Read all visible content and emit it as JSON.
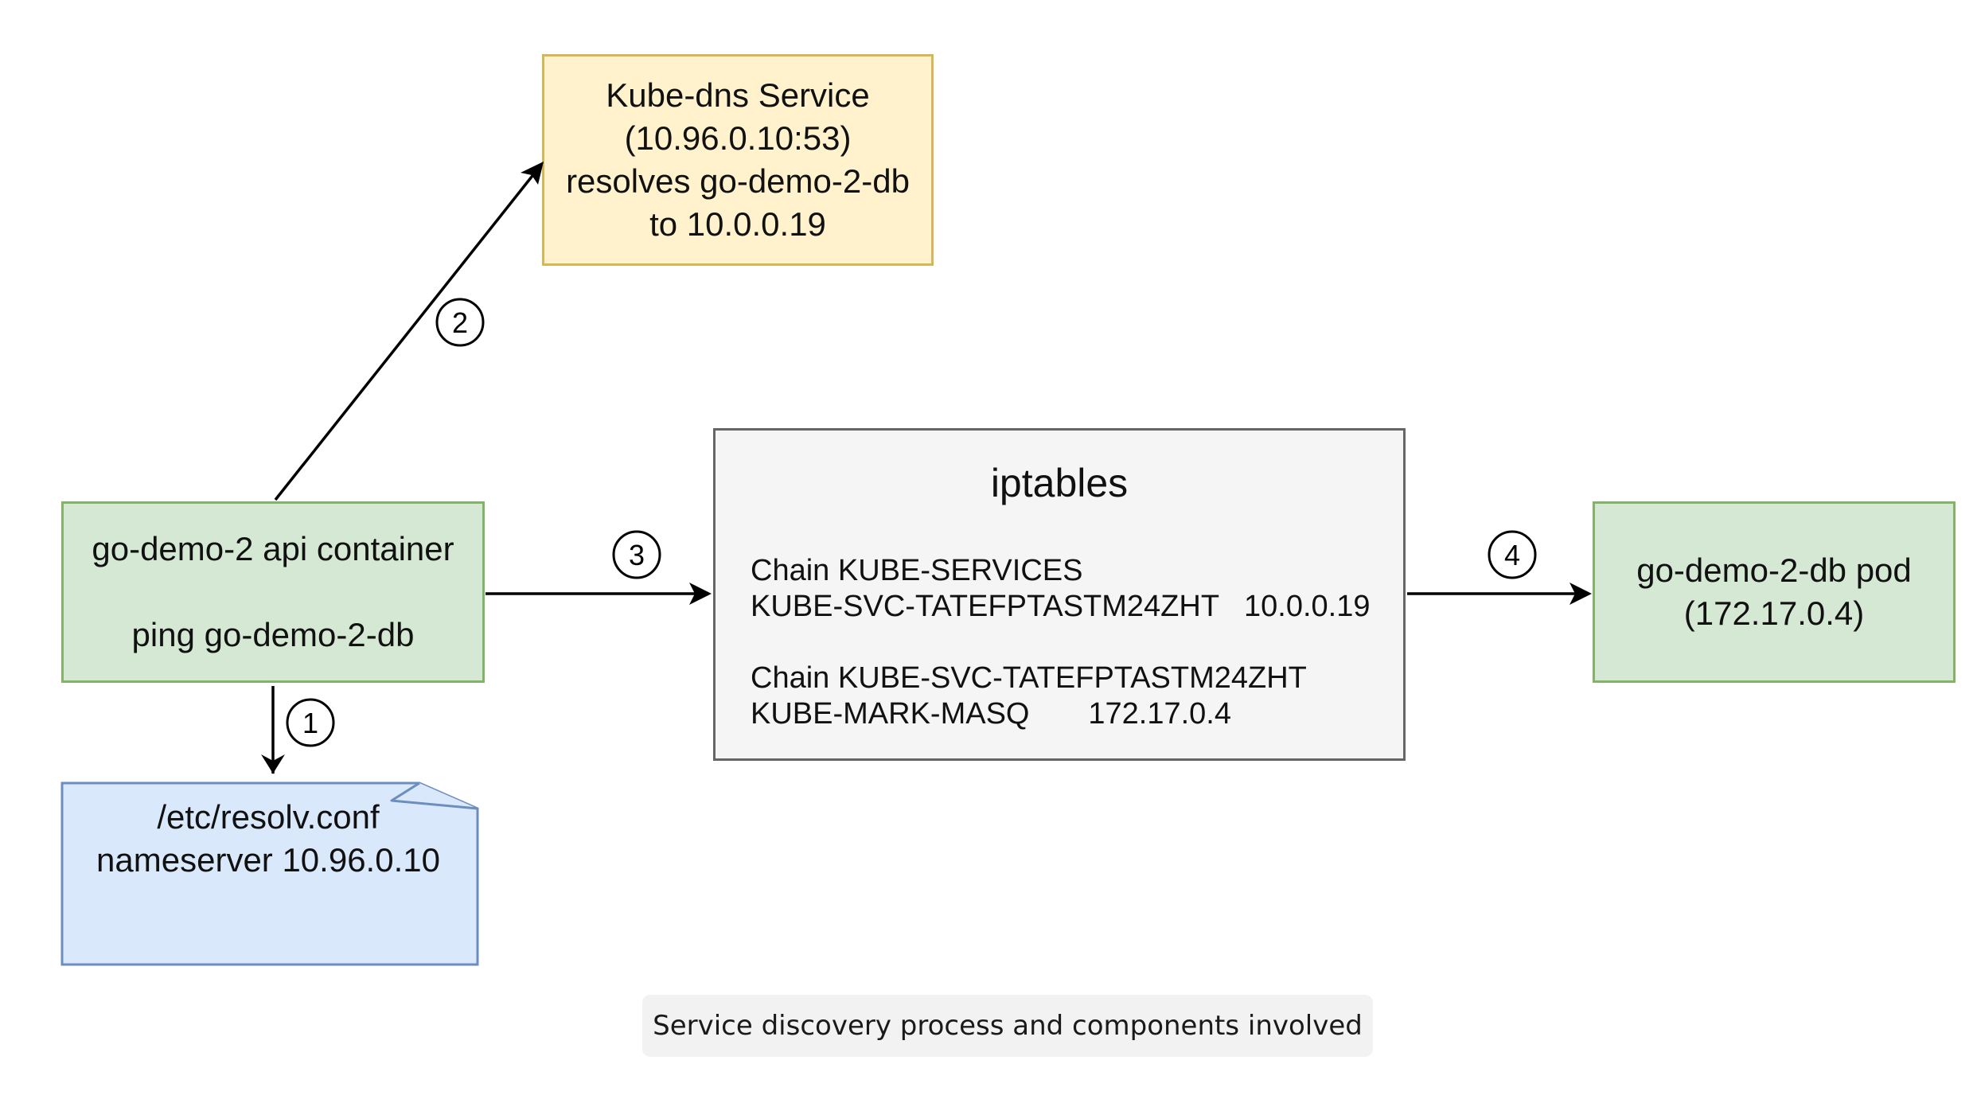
{
  "nodes": {
    "kube_dns": {
      "lines": [
        "Kube-dns Service",
        "(10.96.0.10:53)",
        "resolves go-demo-2-db",
        "to 10.0.0.19"
      ],
      "fill": "#fff2cc",
      "stroke": "#d6b656"
    },
    "api_container": {
      "line1": "go-demo-2 api container",
      "line2": "ping go-demo-2-db",
      "fill": "#d5e8d4",
      "stroke": "#82b366"
    },
    "iptables": {
      "title": "iptables",
      "rules": [
        "Chain KUBE-SERVICES",
        "KUBE-SVC-TATEFPTASTM24ZHT   10.0.0.19",
        "",
        "Chain KUBE-SVC-TATEFPTASTM24ZHT",
        "KUBE-MARK-MASQ       172.17.0.4"
      ],
      "fill": "#f5f5f5",
      "stroke": "#666666"
    },
    "db_pod": {
      "lines": [
        "go-demo-2-db pod",
        "(172.17.0.4)"
      ],
      "fill": "#d5e8d4",
      "stroke": "#82b366"
    },
    "resolv_note": {
      "lines": [
        "/etc/resolv.conf",
        "nameserver 10.96.0.10"
      ],
      "fill": "#dae8fc",
      "stroke": "#6c8ebf"
    }
  },
  "steps": [
    "1",
    "2",
    "3",
    "4"
  ],
  "caption": "Service discovery process and components involved"
}
